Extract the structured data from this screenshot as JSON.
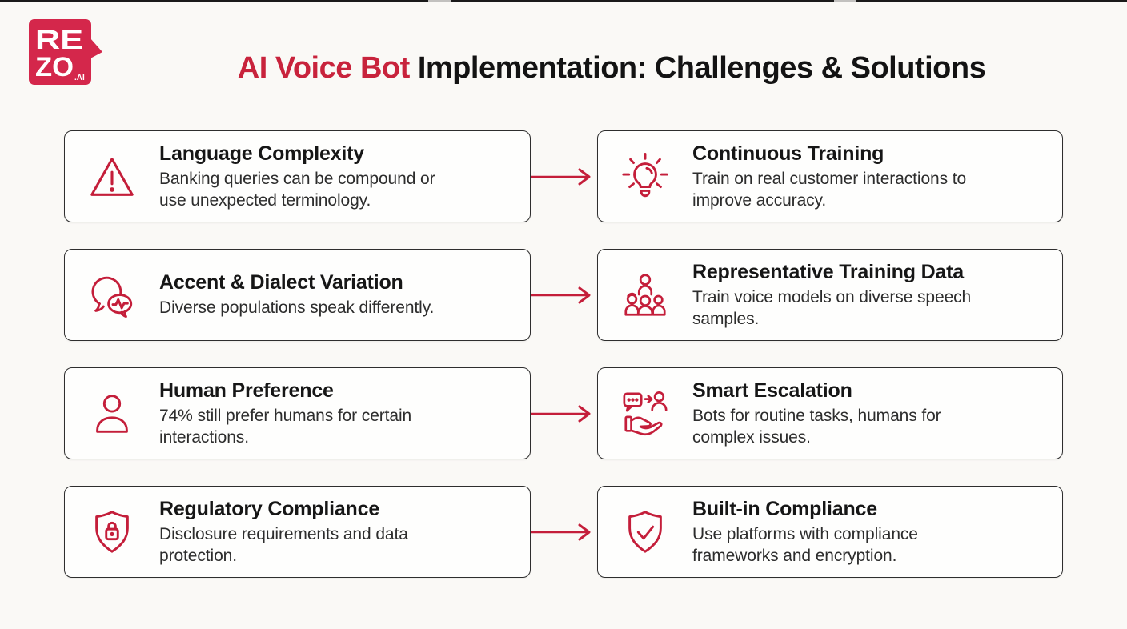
{
  "page": {
    "background": "#FAF9F6",
    "top_strip_color": "#1a1a1a"
  },
  "logo": {
    "line1": "RE",
    "line2": "ZO",
    "suffix": ".AI",
    "bg_color": "#D4274B",
    "text_color": "#FFFFFF"
  },
  "header": {
    "title_highlight": "AI Voice Bot",
    "title_rest": " Implementation: Challenges & Solutions",
    "highlight_color": "#C8233C",
    "text_color": "#131313"
  },
  "colors": {
    "accent_red": "#C41E3A",
    "card_border": "#2e2e2e",
    "card_background": "#FEFEFD"
  },
  "rows": [
    {
      "challenge": {
        "icon": "warning-triangle-icon",
        "title": "Language Complexity",
        "description": "Banking queries can be compound or\nuse unexpected terminology."
      },
      "solution": {
        "icon": "lightbulb-icon",
        "title": "Continuous Training",
        "description": "Train on real customer interactions to\nimprove accuracy."
      }
    },
    {
      "challenge": {
        "icon": "speech-bubbles-icon",
        "title": "Accent & Dialect Variation",
        "description": "Diverse populations speak differently."
      },
      "solution": {
        "icon": "people-group-icon",
        "title": "Representative Training Data",
        "description": "Train voice models on diverse speech\nsamples."
      }
    },
    {
      "challenge": {
        "icon": "person-icon",
        "title": "Human Preference",
        "description": "74% still prefer humans for certain\ninteractions."
      },
      "solution": {
        "icon": "chat-handoff-icon",
        "title": "Smart Escalation",
        "description": "Bots for routine tasks, humans for\ncomplex issues."
      }
    },
    {
      "challenge": {
        "icon": "shield-lock-icon",
        "title": "Regulatory Compliance",
        "description": "Disclosure requirements and data\nprotection."
      },
      "solution": {
        "icon": "shield-check-icon",
        "title": "Built-in Compliance",
        "description": "Use platforms with compliance\nframeworks and encryption."
      }
    }
  ]
}
